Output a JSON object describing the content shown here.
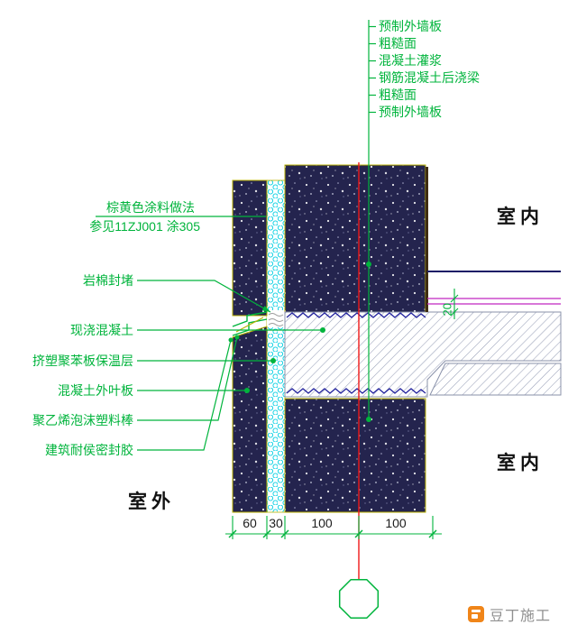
{
  "annotations": {
    "top_right": [
      "预制外墙板",
      "粗糙面",
      "混凝土灌浆",
      "钢筋混凝土后浇梁",
      "粗糙面",
      "预制外墙板"
    ],
    "left": {
      "coating_line1": "棕黄色涂料做法",
      "coating_line2": "参见11ZJ001 涂305",
      "rockwool": "岩棉封堵",
      "cast_in_place": "现浇混凝土",
      "insulation": "挤塑聚苯板保温层",
      "outer_leaf": "混凝土外叶板",
      "foam_rod": "聚乙烯泡沫塑料棒",
      "sealant": "建筑耐侯密封胶"
    }
  },
  "rooms": {
    "outdoor": "室外",
    "indoor_upper": "室内",
    "indoor_lower": "室内"
  },
  "dimensions": {
    "bottom": [
      "60",
      "30",
      "100",
      "100"
    ],
    "floor_finish": "20"
  },
  "watermark": {
    "text": "豆丁施工"
  },
  "colors": {
    "annotation_green": "#00b43c",
    "axis_red": "#f01818",
    "precast_navy": "#24244e",
    "insulation_cyan": "#00cfe2",
    "edge_yellow": "#b8b100",
    "finish_magenta": "#c026c0",
    "hatch_gray": "#99a1b8",
    "watermark_orange": "#f08519"
  }
}
